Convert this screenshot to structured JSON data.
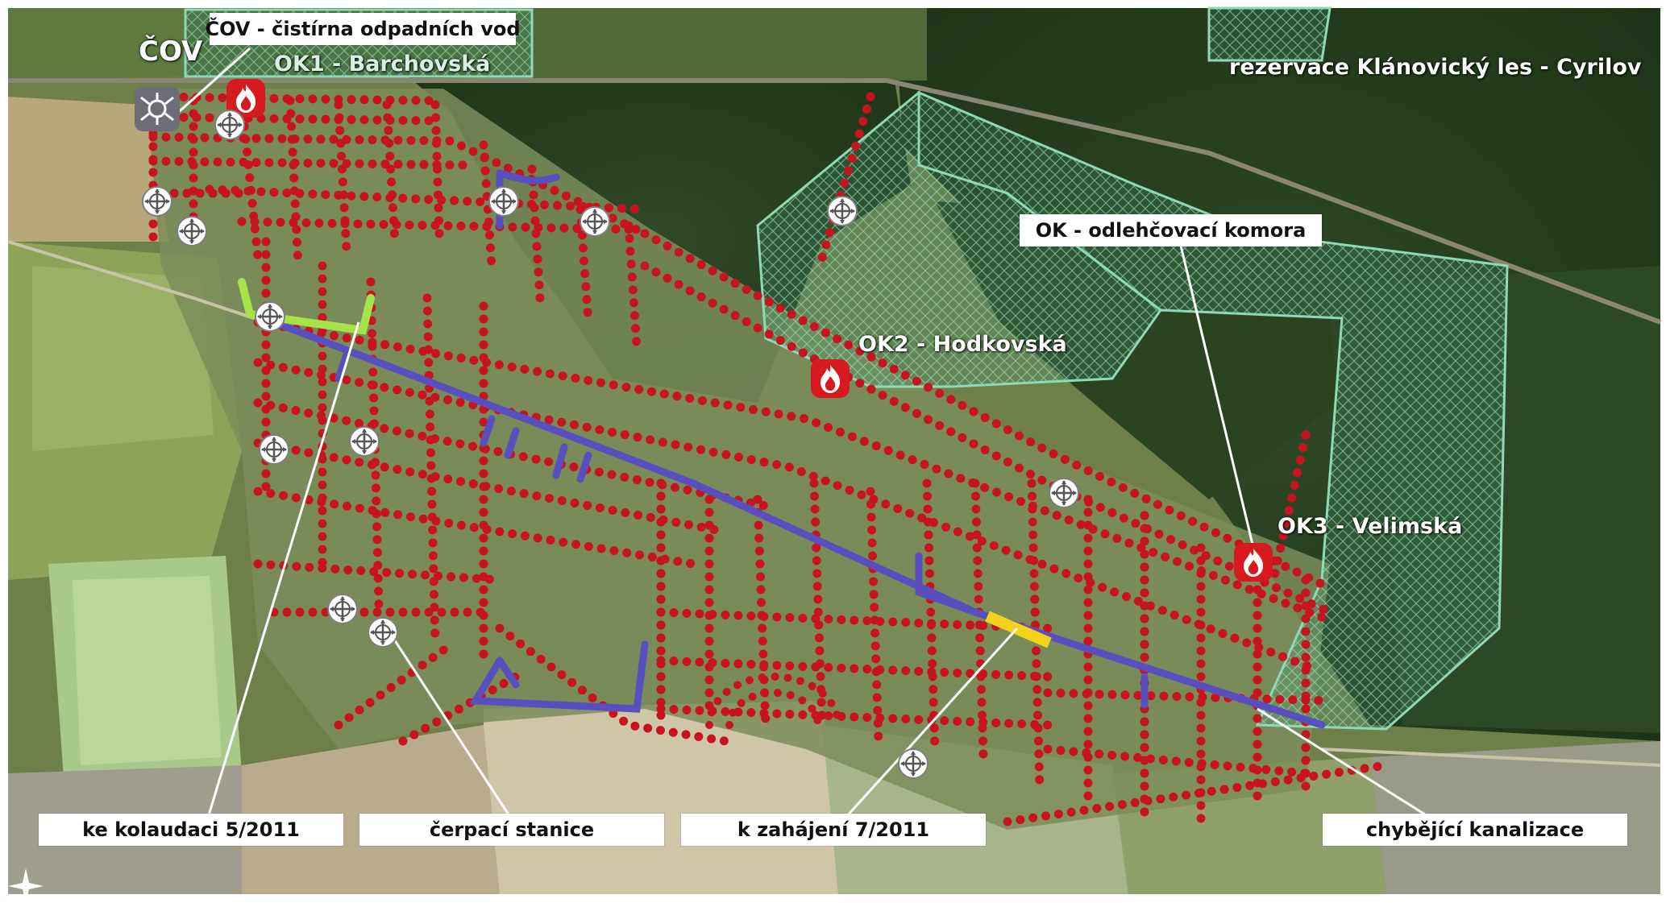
{
  "map": {
    "place_labels": {
      "cov": "ČOV",
      "ok1": "OK1 - Barchovská",
      "ok2": "OK2 - Hodkovská",
      "ok3": "OK3 - Velimská",
      "reserve": "rezervace Klánovický les - Cyrilov"
    },
    "callouts": {
      "cov_legend": "ČOV - čistírna odpadních vod",
      "ok_legend": "OK - odlehčovací komora",
      "kolaudace": "ke kolaudaci 5/2011",
      "cerpaci": "čerpací stanice",
      "zahajeni": "k zahájení 7/2011",
      "chybejici": "chybějící kanalizace"
    },
    "colors": {
      "sewer_network": "#c8141e",
      "missing_sewer": "#5a4fbf",
      "approval_5_2011": "#a6e34a",
      "start_7_2011": "#f2d21a",
      "reserve_boundary": "#8fd9b6",
      "ok_marker": "#d71920"
    },
    "icons": {
      "treatment_plant": "treatment-plant-icon",
      "relief_chamber": "fire-icon",
      "pumping_station": "pumping-station-icon",
      "north_arrow": "compass-icon"
    }
  }
}
